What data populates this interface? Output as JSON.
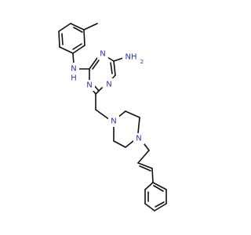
{
  "colors": {
    "bond": "#111111",
    "nitrogen": "#2c34a8",
    "background": "#ffffff"
  },
  "labels": {
    "nh": "N",
    "nh_h": "H",
    "nh2": "NH",
    "nh2_sub": "2",
    "ring_n1": "N",
    "ring_n2": "N",
    "ring_n3": "N",
    "pip_n1": "N",
    "pip_n2": "N"
  }
}
